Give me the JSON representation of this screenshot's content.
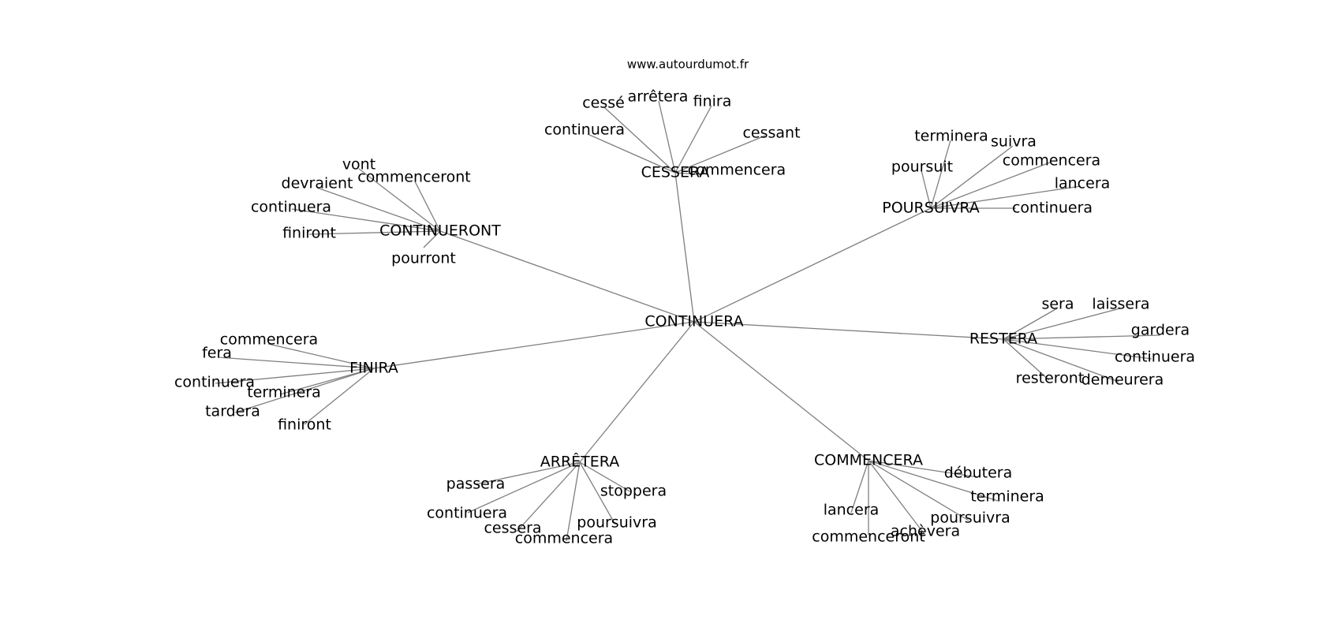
{
  "watermark": "www.autourdumot.fr",
  "center": "CONTINUERA",
  "clusters": [
    {
      "hub": "CESSERA",
      "leaves": [
        "cessé",
        "arrêtera",
        "finira",
        "continuera",
        "cessant",
        "commencera"
      ]
    },
    {
      "hub": "POURSUIVRA",
      "leaves": [
        "terminera",
        "suivra",
        "poursuit",
        "commencera",
        "lancera",
        "continuera"
      ]
    },
    {
      "hub": "CONTINUERONT",
      "leaves": [
        "vont",
        "devraient",
        "commenceront",
        "continuera",
        "finiront",
        "pourront"
      ]
    },
    {
      "hub": "RESTERA",
      "leaves": [
        "sera",
        "laissera",
        "gardera",
        "continuera",
        "resteront",
        "demeurera"
      ]
    },
    {
      "hub": "FINIRA",
      "leaves": [
        "commencera",
        "fera",
        "continuera",
        "terminera",
        "tardera",
        "finiront"
      ]
    },
    {
      "hub": "ARRÊTERA",
      "leaves": [
        "passera",
        "stoppera",
        "continuera",
        "poursuivra",
        "cessera",
        "commencera"
      ]
    },
    {
      "hub": "COMMENCERA",
      "leaves": [
        "débutera",
        "terminera",
        "lancera",
        "poursuivra",
        "achèvera",
        "commenceront"
      ]
    }
  ]
}
